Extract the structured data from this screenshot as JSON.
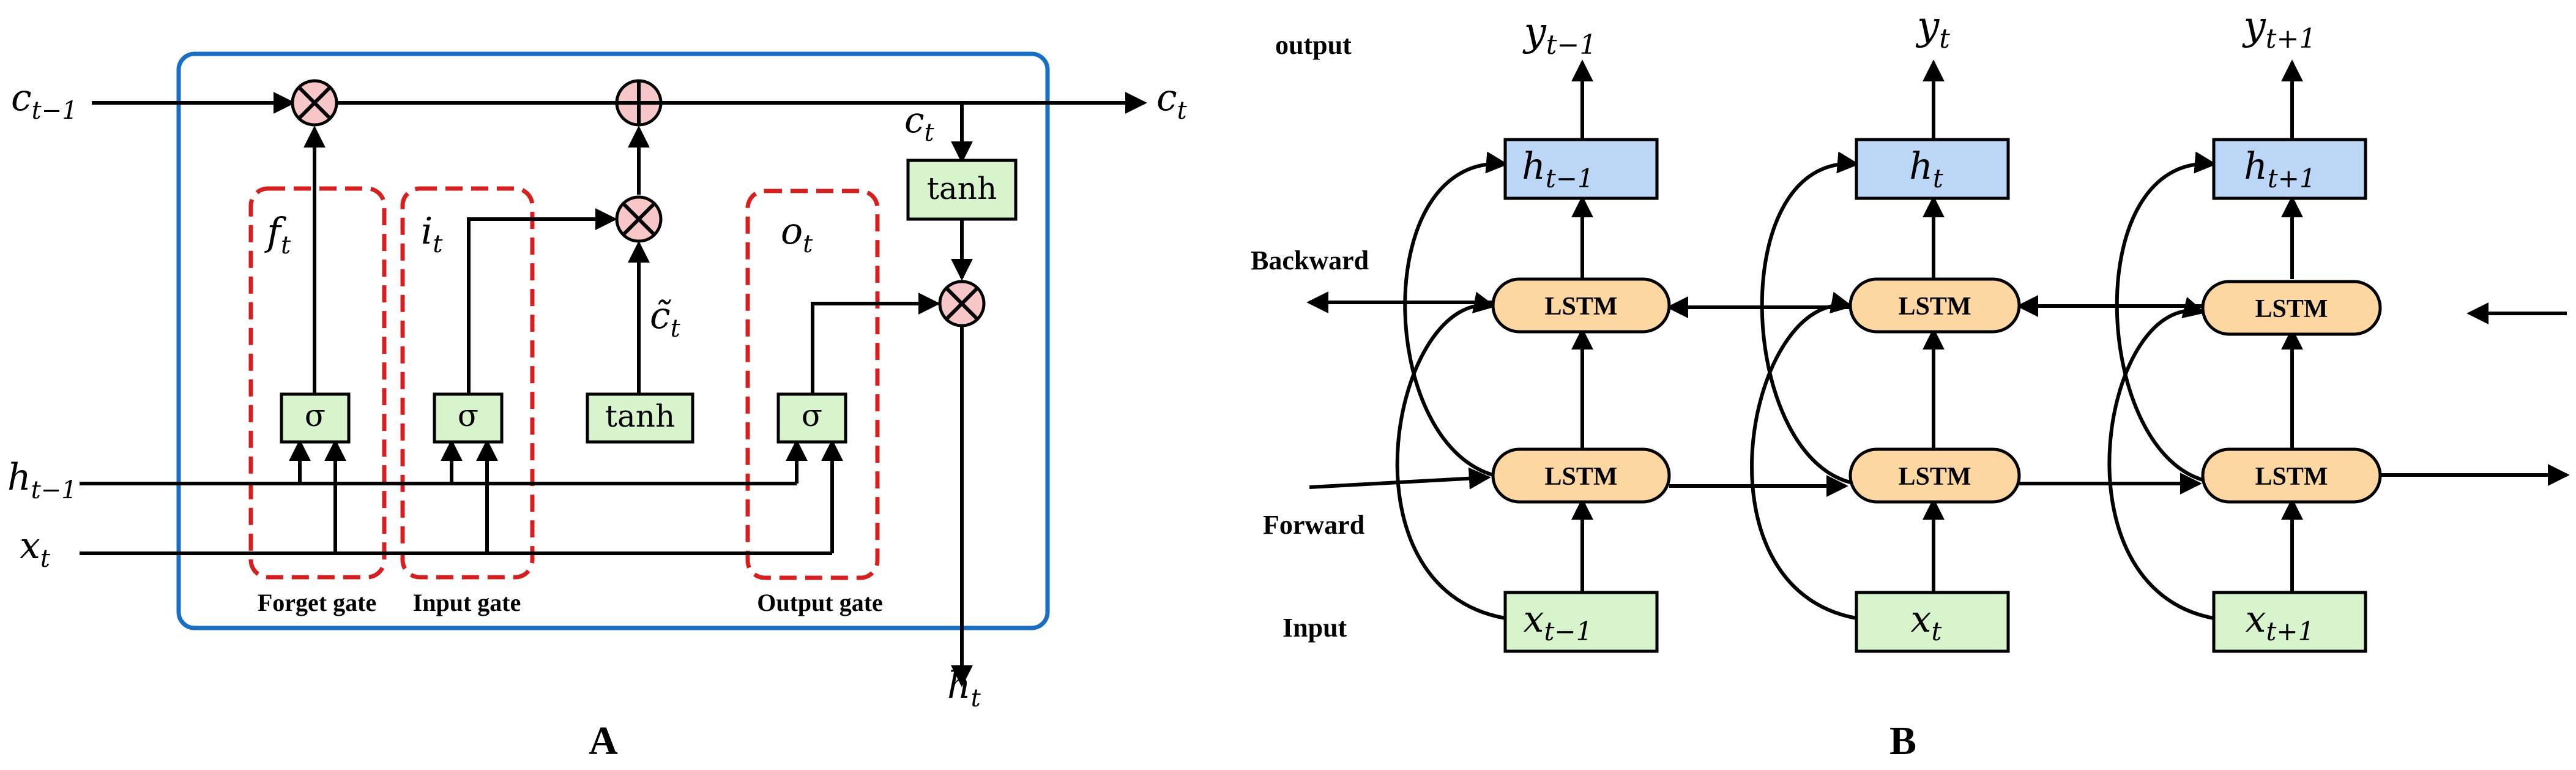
{
  "panel_a": {
    "label": "A",
    "inputs": {
      "c_prev": {
        "base": "c",
        "sub": "t−1"
      },
      "h_prev": {
        "base": "h",
        "sub": "t−1"
      },
      "x_t": {
        "base": "x",
        "sub": "t"
      }
    },
    "outputs": {
      "c_t": {
        "base": "c",
        "sub": "t"
      },
      "c_t_inner": {
        "base": "c",
        "sub": "t"
      },
      "h_t": {
        "base": "h",
        "sub": "t"
      }
    },
    "gate_signals": {
      "f": {
        "base": "f",
        "sub": "t"
      },
      "i": {
        "base": "i",
        "sub": "t"
      },
      "o": {
        "base": "o",
        "sub": "t"
      },
      "c_tilde": {
        "base": "c̃",
        "sub": "t"
      }
    },
    "sigma": "σ",
    "tanh": "tanh",
    "gates": [
      "Forget gate",
      "Input gate",
      "Output gate"
    ],
    "colors": {
      "frame": "#1a6fc4",
      "gate_box": "#d8f4cd",
      "op": "#f7c6c6",
      "gate_dash": "#d42020"
    }
  },
  "panel_b": {
    "label": "B",
    "rows": {
      "output": "output",
      "backward": "Backward",
      "forward": "Forward",
      "input": "Input"
    },
    "lstm": "LSTM",
    "steps": [
      {
        "y": {
          "base": "y",
          "sub": "t−1"
        },
        "h": {
          "base": "h",
          "sub": "t−1"
        },
        "x": {
          "base": "x",
          "sub": "t−1"
        }
      },
      {
        "y": {
          "base": "y",
          "sub": "t"
        },
        "h": {
          "base": "h",
          "sub": "t"
        },
        "x": {
          "base": "x",
          "sub": "t"
        }
      },
      {
        "y": {
          "base": "y",
          "sub": "t+1"
        },
        "h": {
          "base": "h",
          "sub": "t+1"
        },
        "x": {
          "base": "x",
          "sub": "t+1"
        }
      }
    ],
    "colors": {
      "h_box": "#bcd6f5",
      "lstm": "#fdd7a1",
      "x_box": "#d8f4cd"
    }
  }
}
